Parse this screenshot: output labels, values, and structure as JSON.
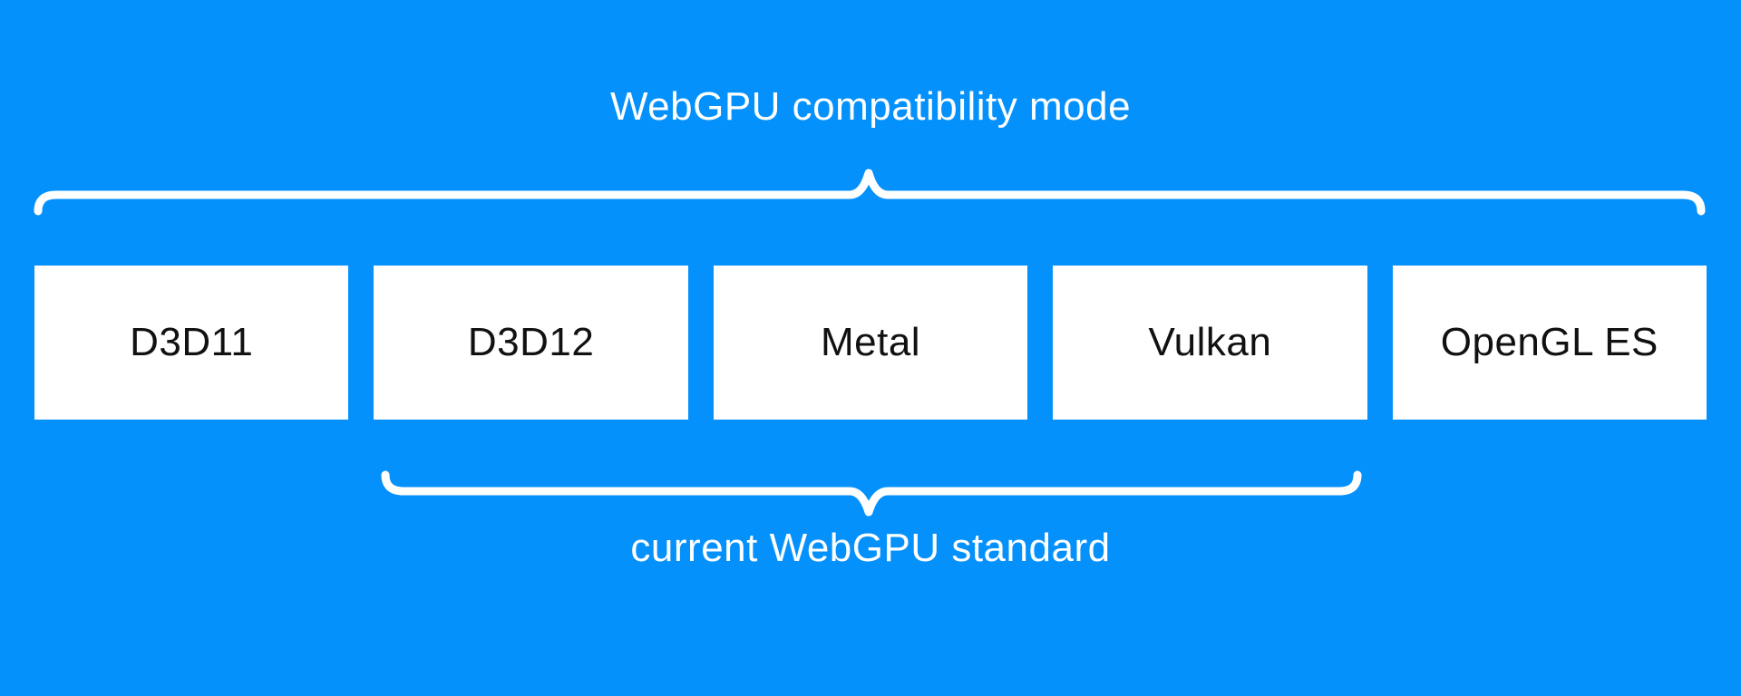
{
  "diagram": {
    "top_label": "WebGPU compatibility mode",
    "bottom_label": "current WebGPU standard",
    "boxes": [
      {
        "label": "D3D11"
      },
      {
        "label": "D3D12"
      },
      {
        "label": "Metal"
      },
      {
        "label": "Vulkan"
      },
      {
        "label": "OpenGL ES"
      }
    ],
    "colors": {
      "background": "#0591fb",
      "box_fill": "#ffffff",
      "box_text": "#111111",
      "label_text": "#ffffff",
      "brace": "#ffffff"
    }
  }
}
